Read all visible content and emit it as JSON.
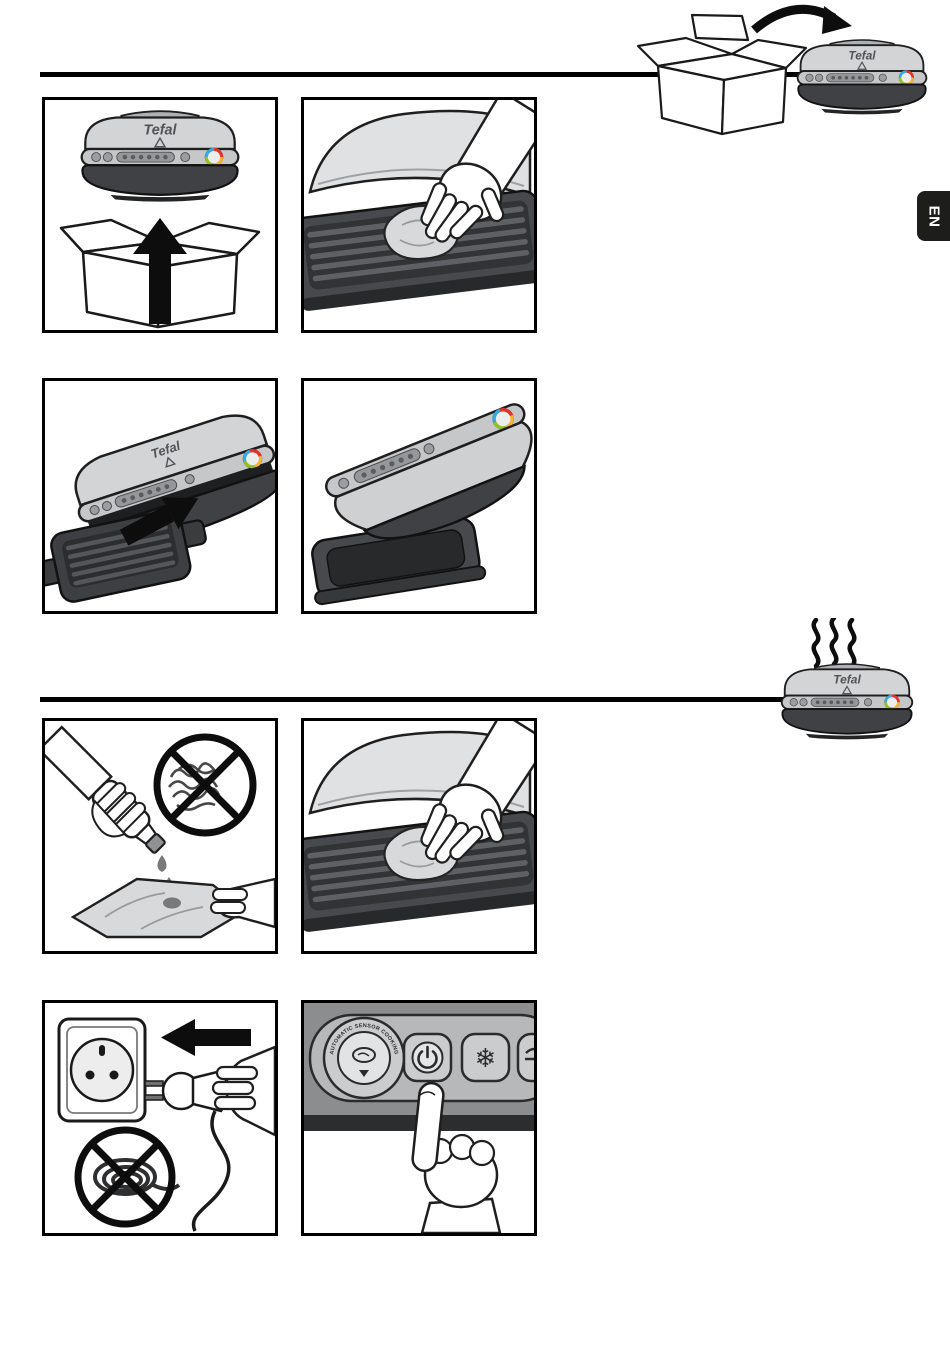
{
  "page": {
    "brand": "Tefal",
    "language_tab": "EN",
    "background": "#ffffff"
  },
  "icons": {
    "snowflake": "❄"
  },
  "colors": {
    "rule_black": "#000000",
    "tab_black": "#1d1d1b",
    "grill_silver": "#d3d4d6",
    "grill_dark": "#3f4144",
    "ring_red": "#e6332a",
    "ring_yellow": "#f9b233",
    "ring_green": "#95c11f",
    "ring_blue": "#36a9e1"
  },
  "control_panel": {
    "dial_label": "AUTOMATIC SENSOR COOKING"
  },
  "header_illustration": "take-grill-out-of-packaging",
  "section_2_illustration": "grill-preheating-steam",
  "sections": [
    {
      "name": "setup",
      "panels": [
        {
          "illustration": "lift-grill-out-of-box"
        },
        {
          "illustration": "wipe-grill-plate-with-cloth"
        },
        {
          "illustration": "fit-cooking-plate-into-grill"
        },
        {
          "illustration": "fit-drip-tray"
        }
      ]
    },
    {
      "name": "before-first-use",
      "panels": [
        {
          "illustration": "pour-oil-on-cloth-no-scouring-pad"
        },
        {
          "illustration": "wipe-oil-on-grill-plate"
        },
        {
          "illustration": "unplug-never-coil-cord"
        },
        {
          "illustration": "press-power-button"
        }
      ]
    }
  ]
}
